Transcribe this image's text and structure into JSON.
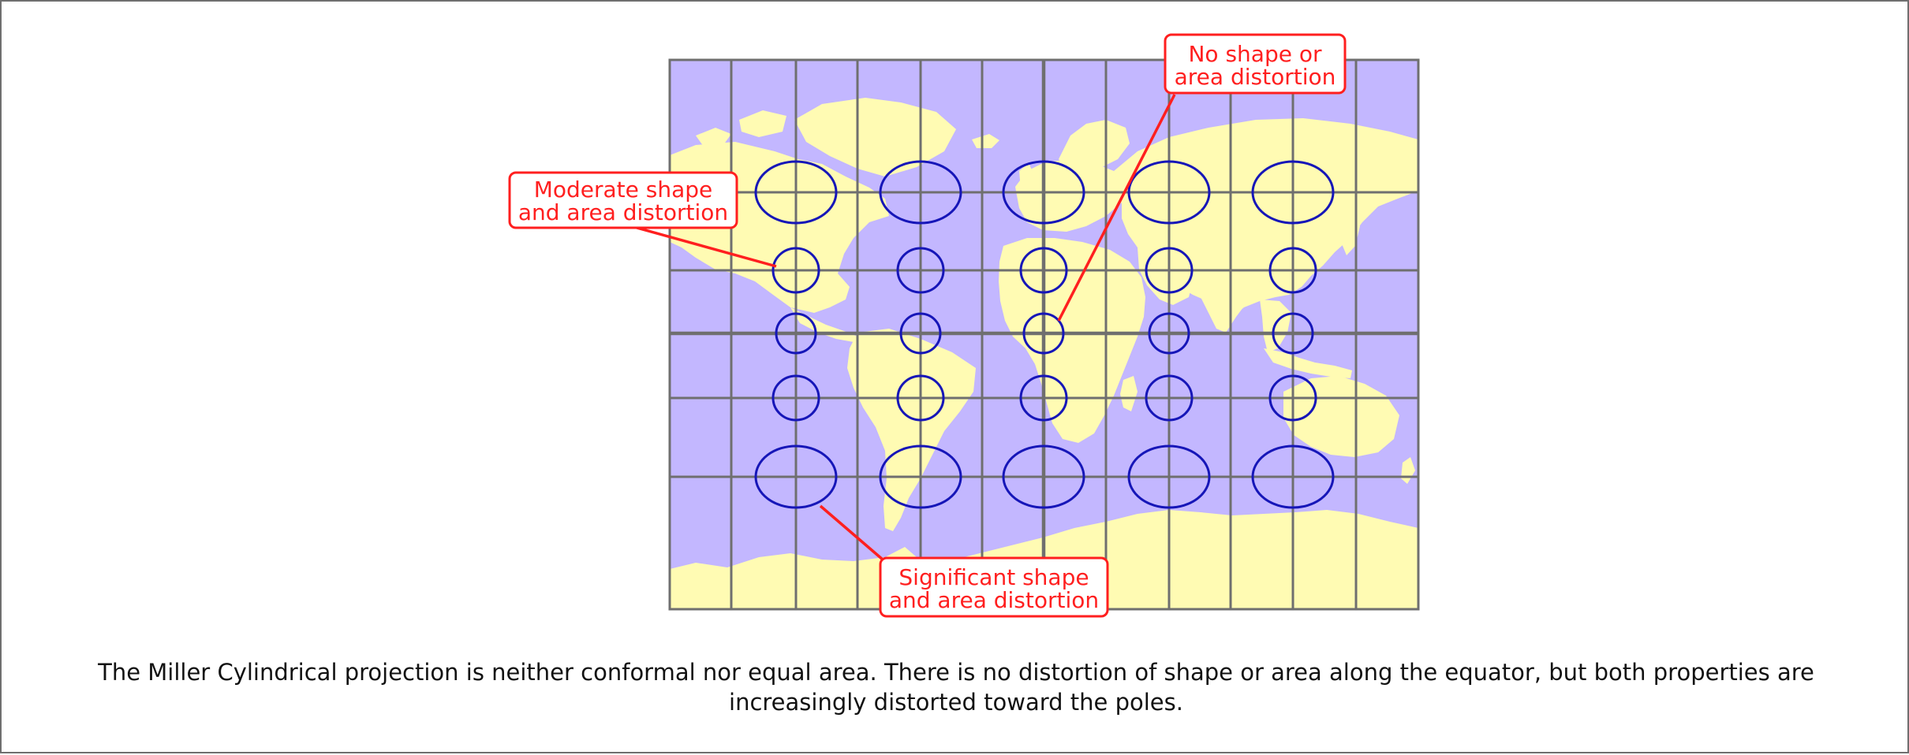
{
  "map": {
    "projection": "Miller Cylindrical",
    "colors": {
      "ocean": "#c3b7ff",
      "land": "#fffbb3",
      "grid": "#6f6f6f",
      "indicatrix": "#1616b8",
      "callout": "#ff1f1f",
      "callout_fill": "#ffffff"
    },
    "callouts": [
      {
        "id": "no-distortion",
        "lines": [
          "No shape or",
          "area distortion"
        ]
      },
      {
        "id": "moderate-distortion",
        "lines": [
          "Moderate shape",
          "and area distortion"
        ]
      },
      {
        "id": "significant-distortion",
        "lines": [
          "Significant shape",
          "and area distortion"
        ]
      }
    ]
  },
  "caption": {
    "text": "The Miller Cylindrical projection is neither conformal nor equal area. There is no distortion of shape or area along the equator, but both properties are increasingly distorted toward the poles."
  }
}
